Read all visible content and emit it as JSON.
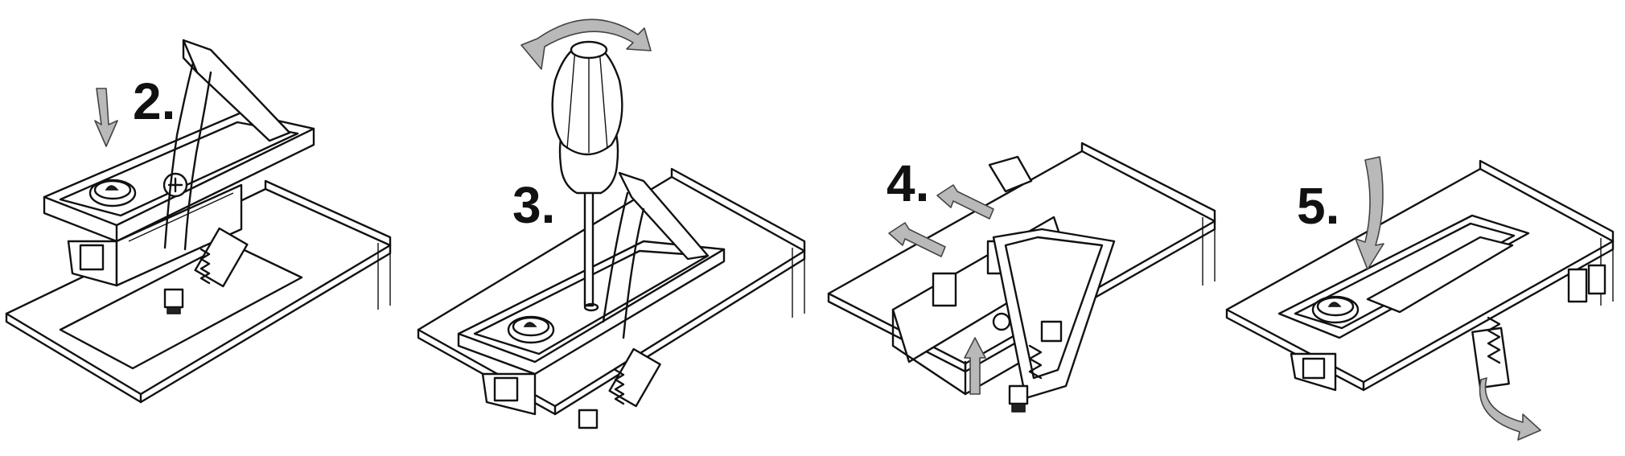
{
  "figure": {
    "steps": [
      {
        "label": "2."
      },
      {
        "label": "3."
      },
      {
        "label": "4."
      },
      {
        "label": "5."
      }
    ],
    "colors": {
      "line": "#111111",
      "arrow_fill": "#b9b9b9",
      "arrow_stroke": "#444444",
      "background": "#ffffff"
    },
    "icons": [
      "down-arrow-icon",
      "rotation-arrow-icon",
      "slide-arrow-icon",
      "up-arrow-icon",
      "curved-arrow-icon"
    ]
  }
}
